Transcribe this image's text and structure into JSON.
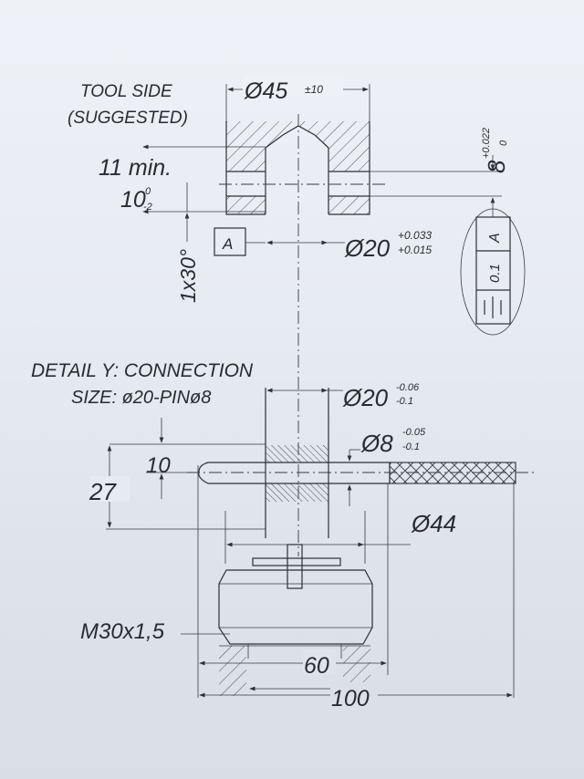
{
  "tool_side": {
    "title_line1": "TOOL SIDE",
    "title_line2": "(SUGGESTED)",
    "dia45": "Ø45",
    "dia45_tol": "±10",
    "depth11": "11 min.",
    "depth10": "10",
    "depth10_tol_upper": "0",
    "depth10_tol_lower": "-2",
    "chamfer": "1x30°",
    "datum": "A",
    "dia20": "Ø20",
    "dia20_tol_upper": "+0.033",
    "dia20_tol_lower": "+0.015",
    "width8": "8",
    "width8_tol_upper": "+0.022",
    "width8_tol_lower": "0",
    "fcf": {
      "symbol": "symmetry",
      "tolerance": "0.1",
      "datum": "A"
    }
  },
  "detail": {
    "title_line1": "DETAIL Y: CONNECTION",
    "title_line2": "SIZE: ø20-PINø8",
    "dia20": "Ø20",
    "dia20_tol_upper": "-0.06",
    "dia20_tol_lower": "-0.1",
    "dia8": "Ø8",
    "dia8_tol_upper": "-0.05",
    "dia8_tol_lower": "-0.1",
    "dim10": "10",
    "dim27": "27",
    "dia44": "Ø44",
    "thread": "M30x1,5",
    "dim60": "60",
    "dim100": "100"
  }
}
